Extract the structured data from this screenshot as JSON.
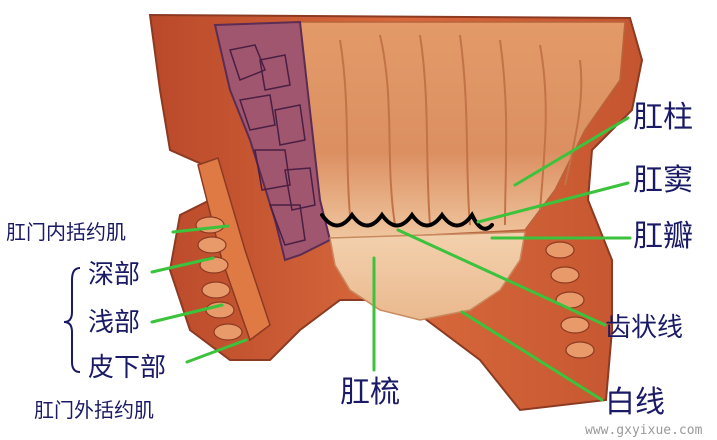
{
  "labels": {
    "anal_columns": "肛柱",
    "anal_sinus": "肛窦",
    "anal_valve": "肛瓣",
    "dentate_line": "齿状线",
    "white_line": "白线",
    "anal_pecten": "肛梳",
    "internal_sphincter": "肛门内括约肌",
    "deep_part": "深部",
    "superficial_part": "浅部",
    "subcutaneous_part": "皮下部",
    "external_sphincter": "肛门外括约肌"
  },
  "watermark": "www.gxyixue.com",
  "colors": {
    "pointer": "#3cc23c",
    "label": "#1a1a66",
    "dentate": "#000000",
    "muscle_dark": "#c85a32",
    "mucosa": "#d98c5f",
    "skin": "#f2c9a6",
    "vein": "#5c2c55"
  }
}
